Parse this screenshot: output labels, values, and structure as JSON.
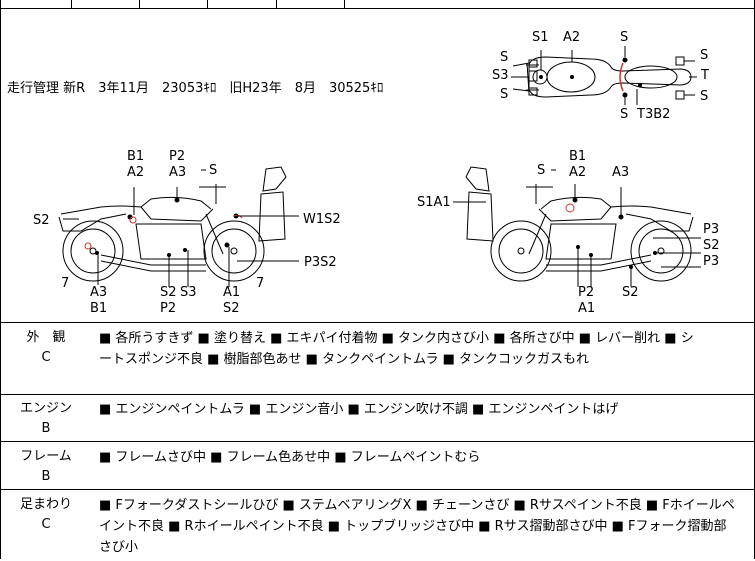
{
  "meter": {
    "label": "走行管理",
    "new_text": "新R　3年11月　23053ｷﾛ",
    "old_text": "旧H23年　8月　30525ｷﾛ"
  },
  "top_view_labels": {
    "s_tl": "S",
    "s1": "S1",
    "a2": "A2",
    "s_tr": "S",
    "s_right1": "S",
    "s3": "S3",
    "t": "T",
    "s_bl": "S",
    "s_right2": "S",
    "s_bottom": "S",
    "t3b2": "T3B2"
  },
  "left_view_labels": {
    "b1": "B1",
    "a2": "A2",
    "p2": "P2",
    "a3": "A3",
    "s": "S",
    "s2": "S2",
    "w1s2": "W1S2",
    "seven_l": "7",
    "seven_r": "7",
    "p3s2": "P3S2",
    "a3b": "A3",
    "b1b": "B1",
    "s2b": "S2",
    "s3b": "S3",
    "p2b": "P2",
    "a1": "A1",
    "s2c": "S2"
  },
  "right_view_labels": {
    "s": "S",
    "b1": "B1",
    "a2": "A2",
    "a3": "A3",
    "s1a1": "S1A1",
    "p3a": "P3",
    "s2": "S2",
    "p3b": "P3",
    "p2": "P2",
    "a1": "A1",
    "s2b": "S2"
  },
  "rows": [
    {
      "category": "外　観",
      "grade": "C",
      "line1": "■ 各所うすきず ■ 塗り替え ■ エキパイ付着物 ■ タンク内さび小 ■ 各所さび中 ■ レバー削れ ■ シ",
      "line2": "ートスポンジ不良 ■ 樹脂部色あせ ■ タンクペイントムラ ■ タンクコックガスもれ",
      "line3": ""
    },
    {
      "category": "エンジン",
      "grade": "B",
      "line1": "■ エンジンペイントムラ ■ エンジン音小 ■ エンジン吹け不調 ■ エンジンペイントはげ",
      "line2": "",
      "line3": ""
    },
    {
      "category": "フレーム",
      "grade": "B",
      "line1": "■ フレームさび中 ■ フレーム色あせ中 ■ フレームペイントむら",
      "line2": "",
      "line3": ""
    },
    {
      "category": "足まわり",
      "grade": "C",
      "line1": "■ Fフォークダストシールひび ■ ステムベアリングX ■ チェーンさび ■ Rサスペイント不良 ■ Fホイールペ",
      "line2": "イント不良 ■ Rホイールペイント不良 ■ トップブリッジさび中 ■ Rサス摺動部さび中 ■ Fフォーク摺動部",
      "line3": "さび小"
    }
  ],
  "colors": {
    "mark": "#c0392b",
    "line": "#000000"
  }
}
